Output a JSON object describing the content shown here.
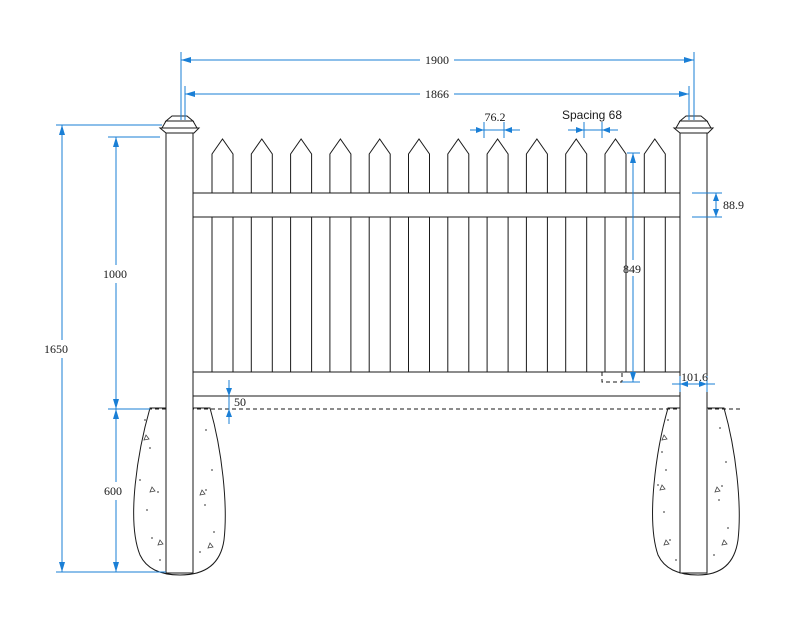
{
  "diagram": {
    "dimensions": {
      "overall_width": "1900",
      "post_spacing": "1866",
      "picket_width": "76.2",
      "picket_spacing": "Spacing 68",
      "rail_height": "88.9",
      "picket_height": "849",
      "fence_height": "1000",
      "total_height": "1650",
      "embed_depth": "600",
      "ground_gap": "50",
      "post_width": "101.6"
    },
    "colors": {
      "dimension_line": "#1a7fd6",
      "outline": "#1a1a1a"
    },
    "picket_count": 12
  }
}
